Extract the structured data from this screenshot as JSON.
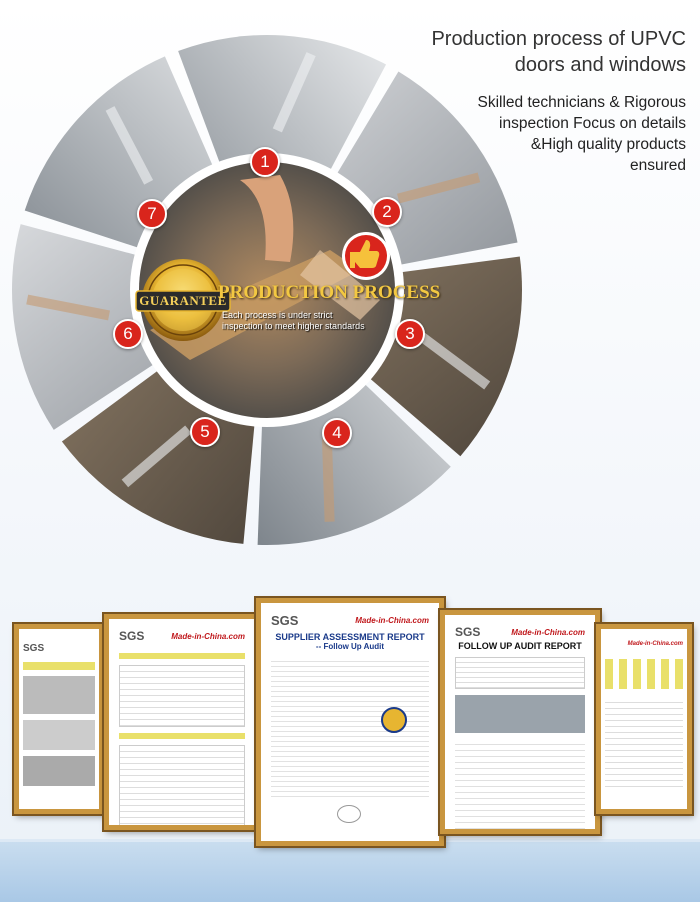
{
  "heading": {
    "line1": "Production process of UPVC",
    "line2": "doors and windows"
  },
  "subheading": {
    "line1": "Skilled technicians & Rigorous",
    "line2": "inspection Focus on details",
    "line3": "&High quality products",
    "line4": "ensured"
  },
  "badge": {
    "text": "GUARANTEE"
  },
  "center": {
    "title": "PRODUCTION PROCESS",
    "subtitle_line1": "Each process is under strict",
    "subtitle_line2": "inspection to meet higher standards"
  },
  "steps": [
    {
      "number": "1"
    },
    {
      "number": "2"
    },
    {
      "number": "3"
    },
    {
      "number": "4"
    },
    {
      "number": "5"
    },
    {
      "number": "6"
    },
    {
      "number": "7"
    }
  ],
  "certificates": {
    "brand_sgs": "SGS",
    "brand_mic": "Made-in-China.com",
    "main_title": "SUPPLIER ASSESSMENT REPORT",
    "main_subtitle": "-- Follow Up Audit",
    "right_title": "FOLLOW UP AUDIT REPORT"
  },
  "colors": {
    "step_red": "#d9251c",
    "frame_gold": "#c9963f",
    "title_gold": "#f3c842"
  }
}
